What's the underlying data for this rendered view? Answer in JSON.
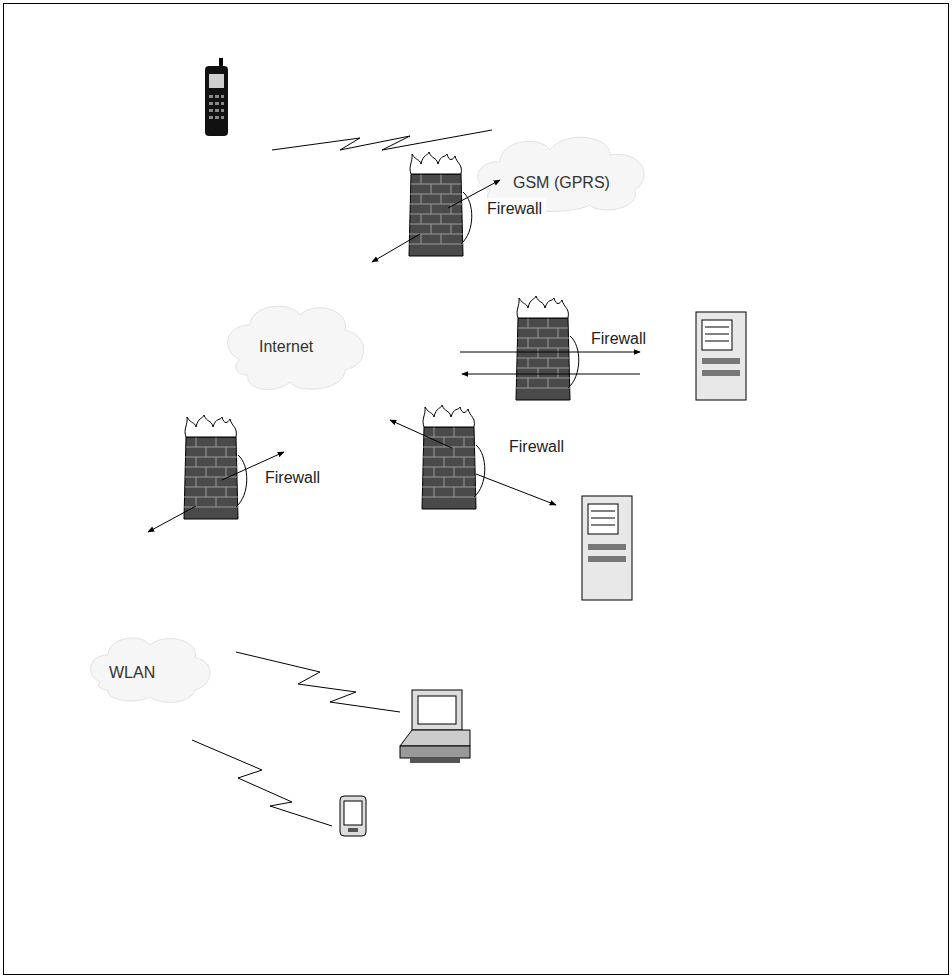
{
  "diagram": {
    "nodes": [
      {
        "text": [
          "GSM (GPRS)"
        ]
      },
      {
        "text": [
          "Firewall"
        ]
      },
      {
        "text": [
          "Firewall"
        ]
      },
      {
        "text": [
          "Internet"
        ]
      },
      {
        "text": [
          "Firewall"
        ]
      },
      {
        "text": [
          "Firewall"
        ]
      },
      {
        "text": [
          "WLAN"
        ]
      }
    ]
  }
}
